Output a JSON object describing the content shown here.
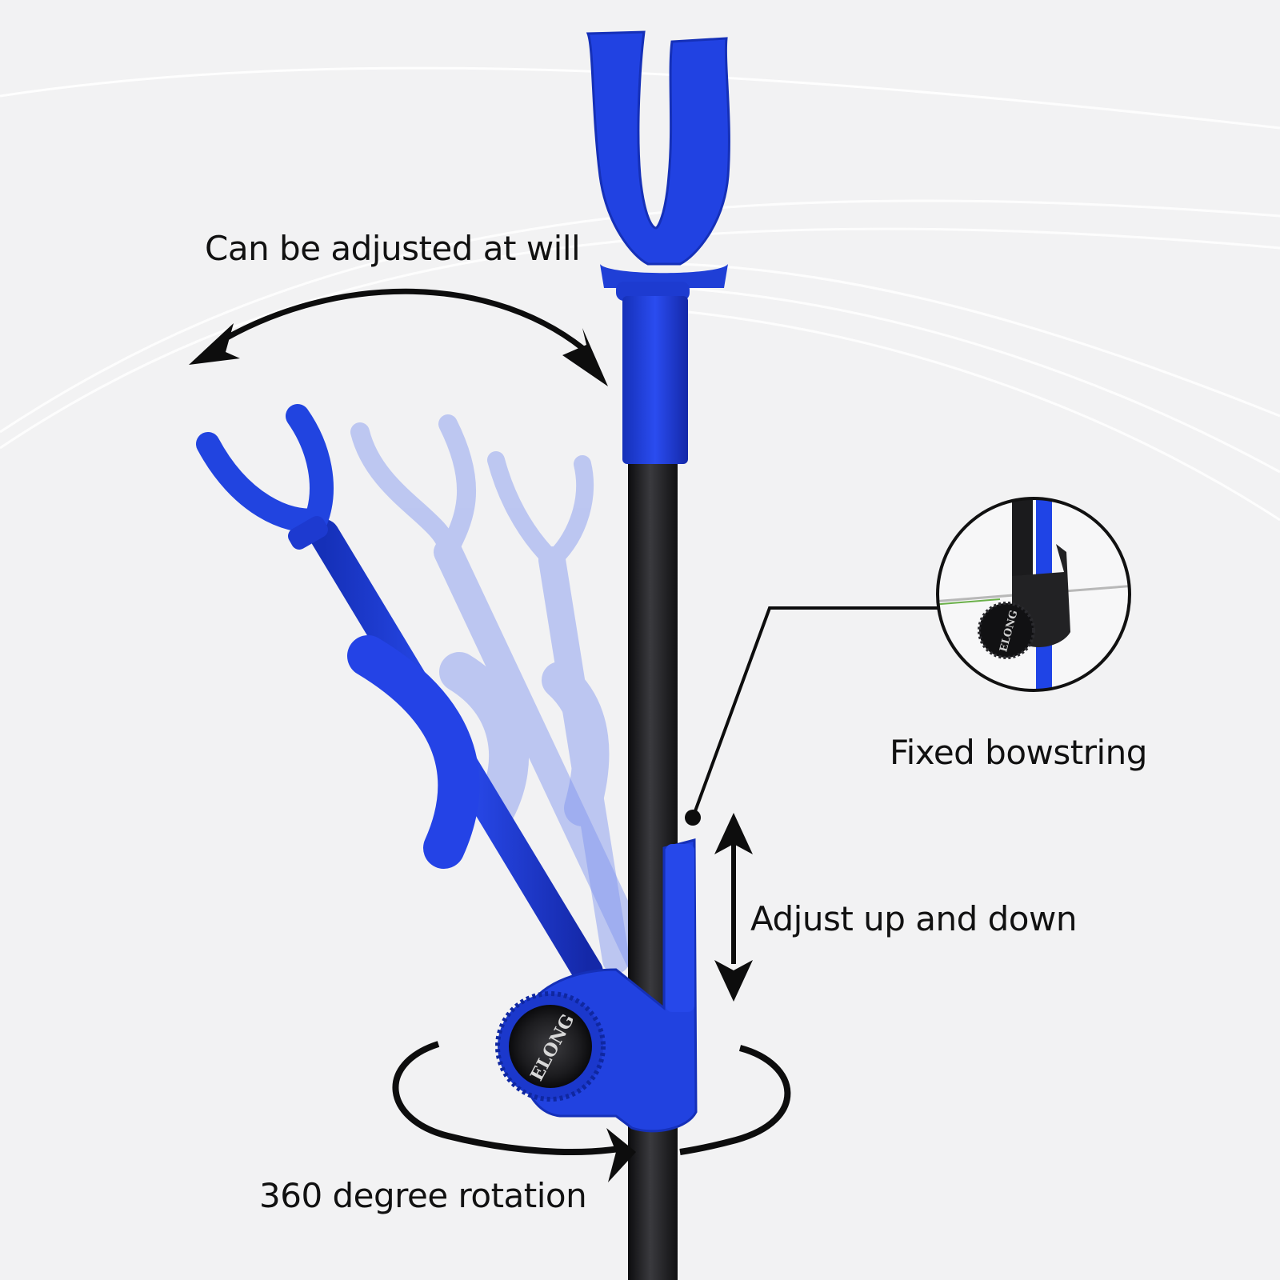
{
  "labels": {
    "adjust_at_will": "Can be adjusted at will",
    "fixed_bowstring": "Fixed bowstring",
    "adjust_up_down": "Adjust up and down",
    "rotation": "360 degree rotation"
  },
  "brand": {
    "knob_logo": "ELONG",
    "inset_logo": "ELONG"
  },
  "colors": {
    "holder_blue": "#1f3fd6",
    "holder_blue_dark": "#1530a8",
    "ghost_blue": "#a8b6f2",
    "rod_black": "#1b1b1d",
    "arrow_black": "#0d0d0d",
    "background": "#f2f2f3"
  }
}
